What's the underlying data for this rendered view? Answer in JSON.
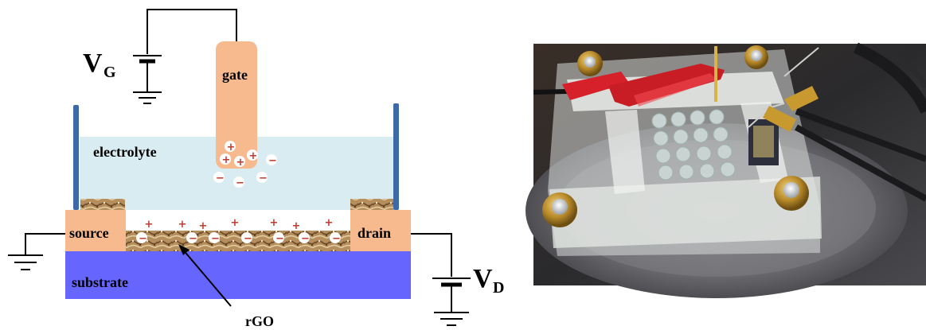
{
  "diagram": {
    "labels": {
      "gate": "gate",
      "electrolyte": "electrolyte",
      "source": "source",
      "drain": "drain",
      "substrate": "substrate",
      "rgo": "rGO",
      "vg_main": "V",
      "vg_sub": "G",
      "vd_main": "V",
      "vd_sub": "D"
    },
    "charges": {
      "positive": "+",
      "negative": "−"
    },
    "colors": {
      "gate": "#f7b98e",
      "electrolyte": "#d9ecf2",
      "substrate": "#6666ff",
      "electrode": "#f7b98e",
      "walls": "#3d6aa6",
      "positive": "#c0392b",
      "negative": "#c0392b"
    }
  },
  "photo": {
    "description": ""
  }
}
